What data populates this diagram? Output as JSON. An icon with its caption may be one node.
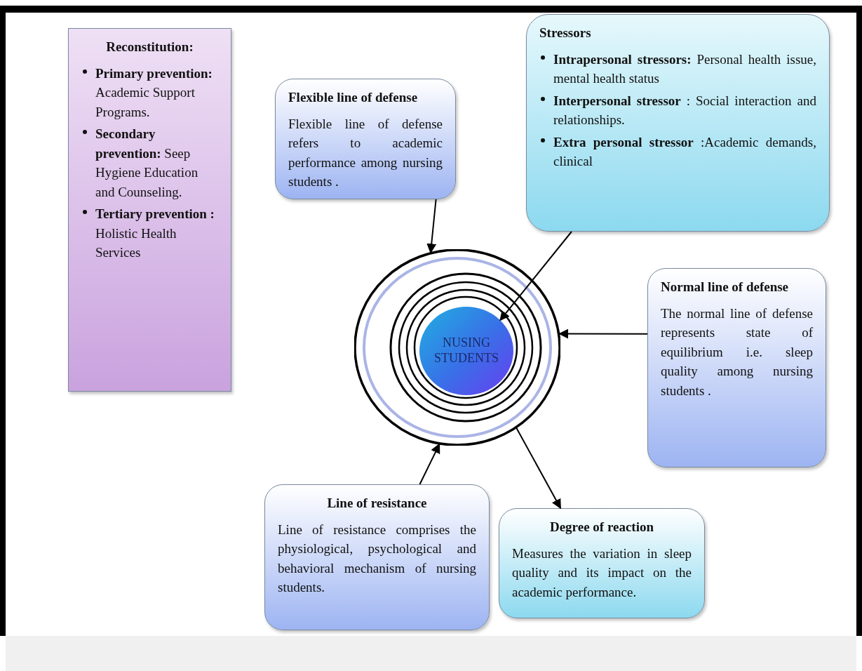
{
  "diagram": {
    "nodes": [
      {
        "text": [
          "Reconstitution:",
          "**Primary prevention:** Academic Support Programs.",
          "**Secondary prevention:** Seep Hygiene Education and Counseling.",
          "**Tertiary prevention :** Holistic Health Services"
        ]
      },
      {
        "text": [
          "Flexible line of defense",
          "Flexible line of defense refers to academic performance among nursing students ."
        ]
      },
      {
        "text": [
          "Stressors",
          "**Intrapersonal stressors:** Personal health issue, mental health status",
          "**Interpersonal stressor** : Social interaction and relationships.",
          "**Extra personal stressor** :Academic demands, clinical"
        ]
      },
      {
        "text": [],
        "shape": "circle"
      },
      {
        "text": [
          "NUSING STUDENTS"
        ],
        "in": 3
      },
      {
        "text": [
          "Normal line of defense",
          "The normal line of defense represents state of equilibrium i.e. sleep quality among nursing students ."
        ]
      },
      {
        "text": [
          "Line of resistance",
          "Line of resistance comprises the physiological, psychological and behavioral mechanism of nursing students."
        ]
      },
      {
        "text": [
          "Degree of reaction",
          "Measures the variation in sleep quality and its impact on the academic performance."
        ]
      }
    ],
    "edges": [
      {
        "from": 1,
        "to": 3,
        "arrow": "to"
      },
      {
        "from": 2,
        "to": 4,
        "arrow": "to"
      },
      {
        "from": 5,
        "to": 3,
        "arrow": "to"
      },
      {
        "from": 6,
        "to": 3,
        "arrow": "to"
      },
      {
        "from": 3,
        "to": 7,
        "arrow": "to"
      }
    ]
  }
}
